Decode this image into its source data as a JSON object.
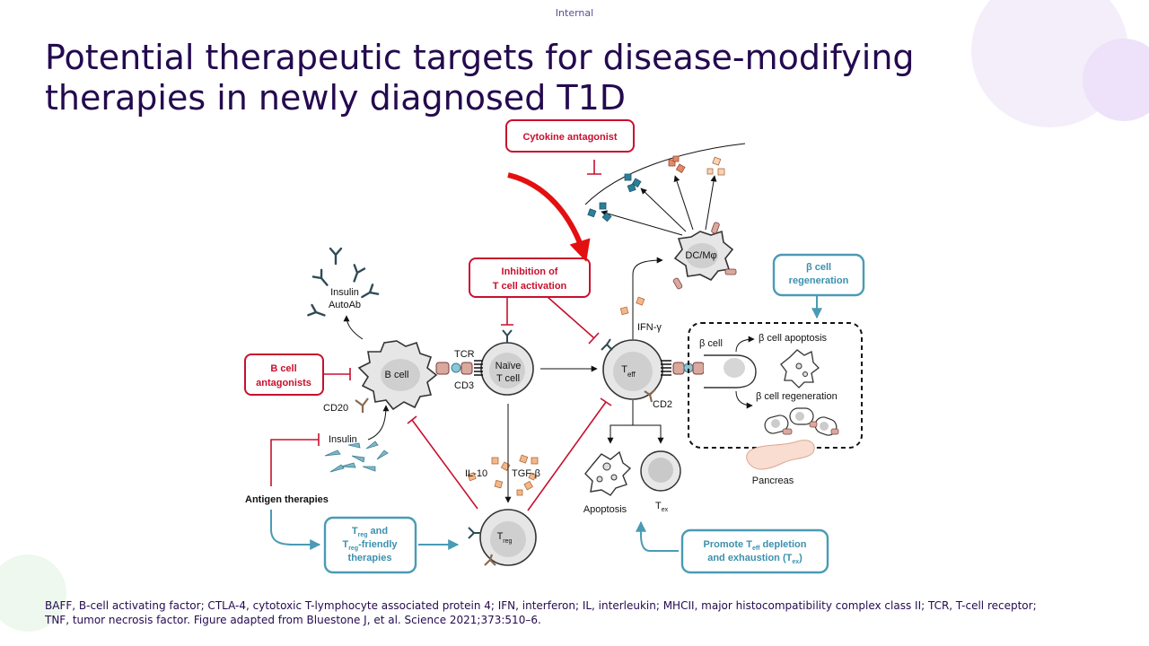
{
  "header": {
    "classification": "Internal"
  },
  "slide": {
    "title_line1": "Potential therapeutic targets for disease-modifying",
    "title_line2": "therapies in newly diagnosed T1D"
  },
  "diagram": {
    "boxes": {
      "cytokine": "Cytokine antagonist",
      "inhibition_line1": "Inhibition of",
      "inhibition_line2": "T cell activation",
      "bcell_ant_line1": "B cell",
      "bcell_ant_line2": "antagonists",
      "beta_regen_line1": "β cell",
      "beta_regen_line2": "regeneration",
      "treg_line1_main": "T",
      "treg_line1_sub": "reg",
      "treg_line1_tail": " and",
      "treg_line2_main": "T",
      "treg_line2_sub": "reg",
      "treg_line2_tail": "-friendly",
      "treg_line3": "therapies",
      "promote_line1_main": "Promote T",
      "promote_line1_sub": "eff",
      "promote_line1_tail": " depletion",
      "promote_line2_main": "and exhaustion (T",
      "promote_line2_sub": "ex",
      "promote_line2_tail": ")",
      "antigen": "Antigen therapies"
    },
    "labels": {
      "insulin_ab": "Insulin",
      "autoab": "AutoAb",
      "bcell": "B cell",
      "cd20": "CD20",
      "insulin": "Insulin",
      "tcr": "TCR",
      "cd3": "CD3",
      "naive_line1": "Naïve",
      "naive_line2": "T cell",
      "teff_main": "T",
      "teff_sub": "eff",
      "cd2": "CD2",
      "ifn": "IFN-γ",
      "dc": "DC/Mφ",
      "il10": "IL-10",
      "tgfb": "TGF-β",
      "treg_main": "T",
      "treg_sub": "reg",
      "apoptosis": "Apoptosis",
      "tex_main": "T",
      "tex_sub": "ex",
      "beta_cell": "β cell",
      "beta_apoptosis": "β cell apoptosis",
      "beta_regeneration": "β cell regeneration",
      "pancreas": "Pancreas"
    }
  },
  "footnote": {
    "line1": "BAFF, B-cell activating factor; CTLA-4, cytotoxic T-lymphocyte  associated protein 4; IFN, interferon; IL, interleukin; MHCII, major histocompatibility complex class II; TCR, T-cell receptor;",
    "line2": "TNF, tumor necrosis factor. Figure adapted from Bluestone J, et al. Science 2021;373:510–6."
  },
  "colors": {
    "title": "#240a4f",
    "inhibit_red": "#c8102e",
    "therapy_blue": "#4a9bb5",
    "decor_lavender": "#f3ecfb",
    "decor_green": "#eef8ee"
  }
}
